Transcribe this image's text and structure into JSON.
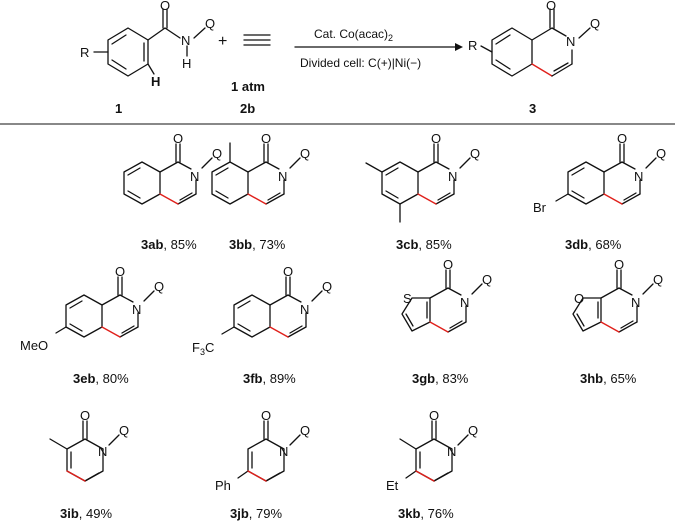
{
  "reaction": {
    "reactant_label": "1",
    "reagent_label": "2b",
    "reagent_pressure": "1 atm",
    "product_label": "3",
    "plus_sign": "+",
    "atoms": {
      "R": "R",
      "N": "N",
      "H": "H",
      "Q": "Q",
      "O": "O"
    },
    "conditions_top": "Cat. Co(acac)",
    "conditions_top_sub": "2",
    "conditions_bottom": "Divided cell: C(+)|Ni(−)"
  },
  "products": [
    {
      "id": "3ab",
      "yield": ", 85%"
    },
    {
      "id": "3bb",
      "yield": ", 73%"
    },
    {
      "id": "3cb",
      "yield": ", 85%"
    },
    {
      "id": "3db",
      "yield": ", 68%"
    },
    {
      "id": "3eb",
      "yield": ", 80%"
    },
    {
      "id": "3fb",
      "yield": ", 89%"
    },
    {
      "id": "3gb",
      "yield": ", 83%"
    },
    {
      "id": "3hb",
      "yield": ", 65%"
    },
    {
      "id": "3ib",
      "yield": ", 49%"
    },
    {
      "id": "3jb",
      "yield": ", 79%"
    },
    {
      "id": "3kb",
      "yield": ", 76%"
    }
  ],
  "substituents": {
    "br": "Br",
    "meo": "MeO",
    "cf3_f": "F",
    "cf3_sub": "3",
    "cf3_c": "C",
    "thiophene_s": "S",
    "furan_o": "O",
    "ph": "Ph",
    "et": "Et"
  },
  "colors": {
    "new_bond": "#e0201b",
    "ink": "#111111"
  }
}
